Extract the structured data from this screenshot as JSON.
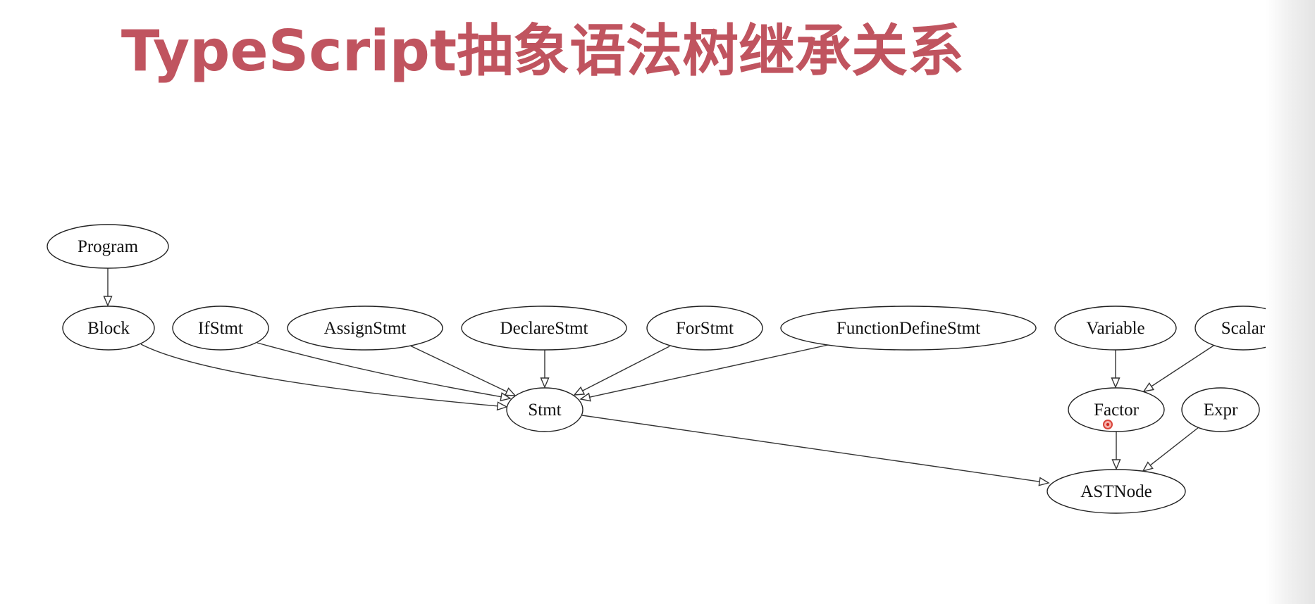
{
  "title": "TypeScript抽象语法树继承关系",
  "colors": {
    "title": "#c0545f",
    "node_stroke": "#222222",
    "edge": "#333333",
    "cursor": "#d12a22"
  },
  "nodes": [
    {
      "id": "Program",
      "label": "Program"
    },
    {
      "id": "Block",
      "label": "Block"
    },
    {
      "id": "IfStmt",
      "label": "IfStmt"
    },
    {
      "id": "AssignStmt",
      "label": "AssignStmt"
    },
    {
      "id": "DeclareStmt",
      "label": "DeclareStmt"
    },
    {
      "id": "ForStmt",
      "label": "ForStmt"
    },
    {
      "id": "FunctionDefineStmt",
      "label": "FunctionDefineStmt"
    },
    {
      "id": "Variable",
      "label": "Variable"
    },
    {
      "id": "Scalar",
      "label": "Scalar"
    },
    {
      "id": "Stmt",
      "label": "Stmt"
    },
    {
      "id": "Factor",
      "label": "Factor"
    },
    {
      "id": "Expr",
      "label": "Expr"
    },
    {
      "id": "ASTNode",
      "label": "ASTNode"
    }
  ],
  "edges": [
    {
      "from": "Program",
      "to": "Block"
    },
    {
      "from": "Block",
      "to": "Stmt"
    },
    {
      "from": "IfStmt",
      "to": "Stmt"
    },
    {
      "from": "AssignStmt",
      "to": "Stmt"
    },
    {
      "from": "DeclareStmt",
      "to": "Stmt"
    },
    {
      "from": "ForStmt",
      "to": "Stmt"
    },
    {
      "from": "FunctionDefineStmt",
      "to": "Stmt"
    },
    {
      "from": "Stmt",
      "to": "ASTNode"
    },
    {
      "from": "Variable",
      "to": "Factor"
    },
    {
      "from": "Scalar",
      "to": "Factor"
    },
    {
      "from": "Factor",
      "to": "ASTNode"
    },
    {
      "from": "Expr",
      "to": "ASTNode"
    }
  ]
}
